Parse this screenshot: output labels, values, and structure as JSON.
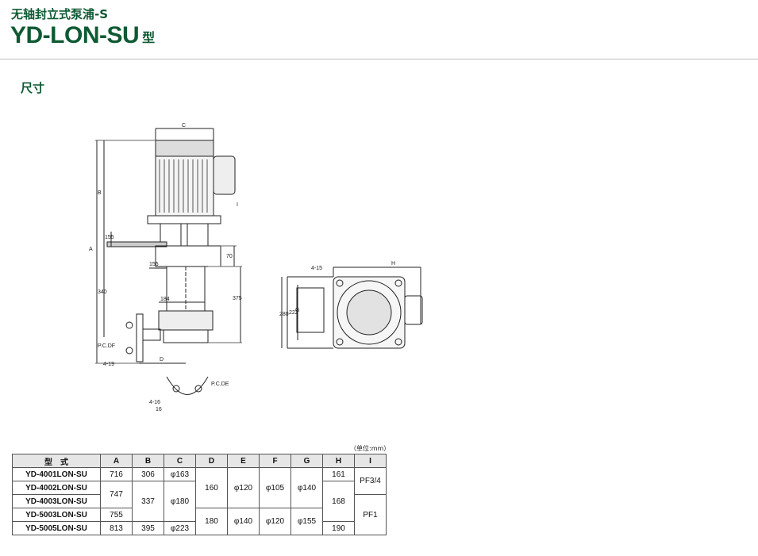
{
  "header": {
    "subtitle": "无轴封立式泵浦-S",
    "model": "YD-LON-SU",
    "model_suffix": "型"
  },
  "section": {
    "title": "尺寸"
  },
  "drawing": {
    "labels": {
      "A": "A",
      "B": "B",
      "C": "C",
      "D": "D",
      "G": "G",
      "H": "H",
      "I": "I",
      "d155": "155",
      "d155b": "155",
      "d70": "70",
      "d340": "340",
      "d375": "375",
      "d184": "184",
      "d280": "280",
      "d222": "222",
      "pcdf": "P.C.DF",
      "pcde": "P.C.DE",
      "holes_4_19": "4-19",
      "holes_4_15": "4-15",
      "holes_4_16": "4-16",
      "d16": "16"
    }
  },
  "table": {
    "unit_note": "（单位:mm）",
    "headers": [
      "型　式",
      "A",
      "B",
      "C",
      "D",
      "E",
      "F",
      "G",
      "H",
      "I"
    ],
    "rows": [
      {
        "model": "YD-4001LON-SU",
        "A": "716",
        "B": "306",
        "C": "φ163",
        "D": "160",
        "E": "φ120",
        "F": "φ105",
        "G": "φ140",
        "H": "161",
        "I": "PF3/4"
      },
      {
        "model": "YD-4002LON-SU",
        "A": "747",
        "B": "337",
        "C": "φ180",
        "H": "168",
        "I": "PF1"
      },
      {
        "model": "YD-4003LON-SU"
      },
      {
        "model": "YD-5003LON-SU",
        "A": "755",
        "D": "180",
        "E": "φ140",
        "F": "φ120",
        "G": "φ155"
      },
      {
        "model": "YD-5005LON-SU",
        "A": "813",
        "B": "395",
        "C": "φ223",
        "H": "190"
      }
    ]
  }
}
